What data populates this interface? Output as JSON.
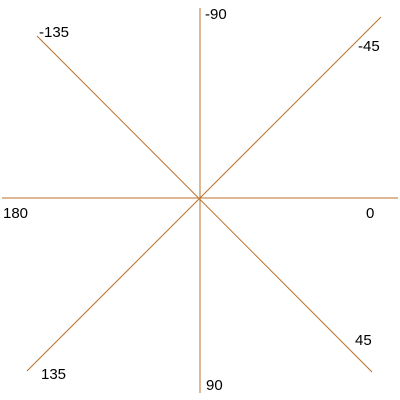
{
  "colors": {
    "line": "#b8702a",
    "text": "#000000",
    "background": "#ffffff"
  },
  "angles": [
    {
      "degrees": 0,
      "label": "0"
    },
    {
      "degrees": 45,
      "label": "45"
    },
    {
      "degrees": 90,
      "label": "90"
    },
    {
      "degrees": 135,
      "label": "135"
    },
    {
      "degrees": 180,
      "label": "180"
    },
    {
      "degrees": -135,
      "label": "-135"
    },
    {
      "degrees": -90,
      "label": "-90"
    },
    {
      "degrees": -45,
      "label": "-45"
    }
  ]
}
